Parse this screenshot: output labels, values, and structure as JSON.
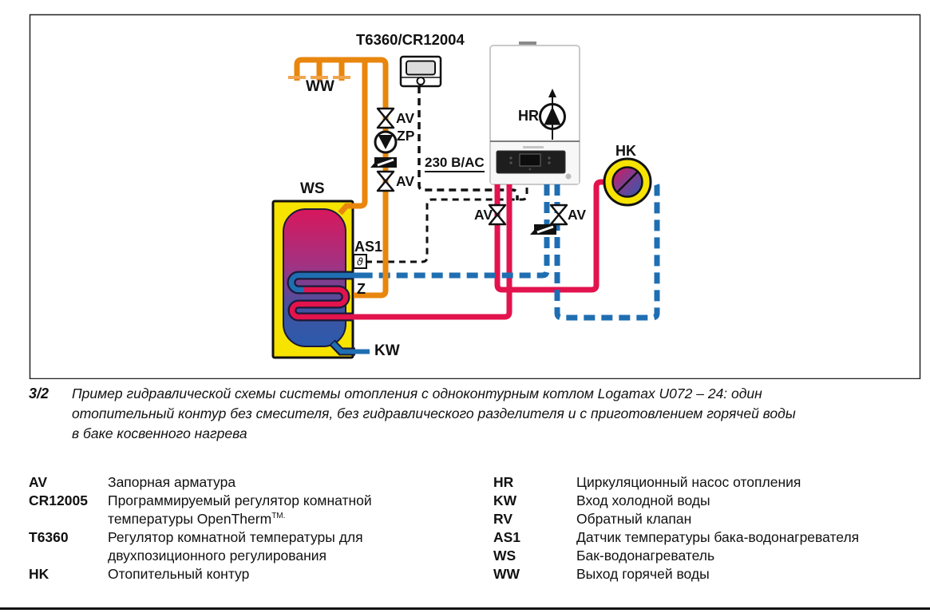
{
  "diagram": {
    "labels": {
      "thermostat_title": "T6360/CR12004",
      "ww": "WW",
      "ws": "WS",
      "hr": "HR",
      "hk": "HK",
      "av": "AV",
      "zp": "ZP",
      "voltage": "230 В/AC",
      "as1": "AS1",
      "z": "Z",
      "kw": "KW",
      "sensor_glyph": "ϑ"
    },
    "colors": {
      "dhw_pipe_orange": "#E8860D",
      "heating_supply_red": "#E2134D",
      "heating_return_blue": "#1F6EB2",
      "tank_yellow": "#F6E300",
      "wire_black": "#111111"
    }
  },
  "caption": {
    "figure_number": "3/2",
    "lines": [
      "Пример гидравлической схемы системы отопления с одноконтурным котлом Logamax U072 – 24: один",
      "отопительный контур без смесителя, без гидравлического разделителя и с приготовлением горячей воды",
      "в баке косвенного нагрева"
    ]
  },
  "legend": {
    "left": [
      {
        "term": "AV",
        "desc": "Запорная арматура"
      },
      {
        "term": "CR12005",
        "desc": "Программируемый регулятор комнатной"
      },
      {
        "term": "",
        "desc": "температуры OpenTherm",
        "sup": "TM."
      },
      {
        "term": "T6360",
        "desc": "Регулятор комнатной температуры для"
      },
      {
        "term": "",
        "desc": "двухпозиционного регулирования"
      },
      {
        "term": "HK",
        "desc": "Отопительный контур"
      }
    ],
    "right": [
      {
        "term": "HR",
        "desc": "Циркуляционный насос отопления"
      },
      {
        "term": "KW",
        "desc": "Вход холодной воды"
      },
      {
        "term": "RV",
        "desc": "Обратный клапан"
      },
      {
        "term": "AS1",
        "desc": "Датчик температуры бака-водонагревателя"
      },
      {
        "term": "WS",
        "desc": "Бак-водонагреватель"
      },
      {
        "term": "WW",
        "desc": "Выход горячей воды"
      }
    ]
  }
}
